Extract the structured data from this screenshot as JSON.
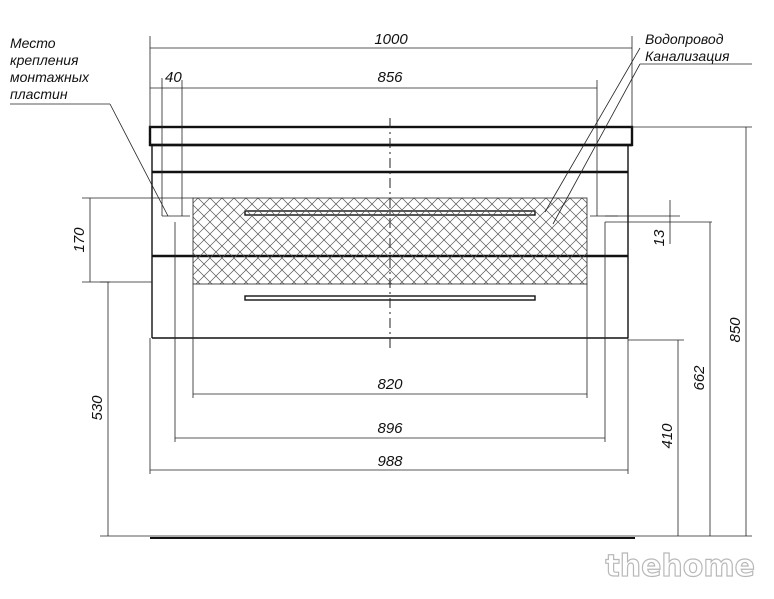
{
  "labels": {
    "mounting": [
      "Место",
      "крепления",
      "монтажных",
      "пластин"
    ],
    "water_supply": "Водопровод",
    "sewage": "Канализация"
  },
  "dimensions": {
    "overall_width": "1000",
    "plate_offset": "40",
    "plate_span": "856",
    "inner_820": "820",
    "inner_896": "896",
    "body_988": "988",
    "zone_height": "170",
    "zone_gap": "13",
    "height_530": "530",
    "height_410": "410",
    "height_662": "662",
    "height_850": "850"
  },
  "watermark": "thehome",
  "colors": {
    "line": "#111111",
    "hatch": "#555555"
  }
}
